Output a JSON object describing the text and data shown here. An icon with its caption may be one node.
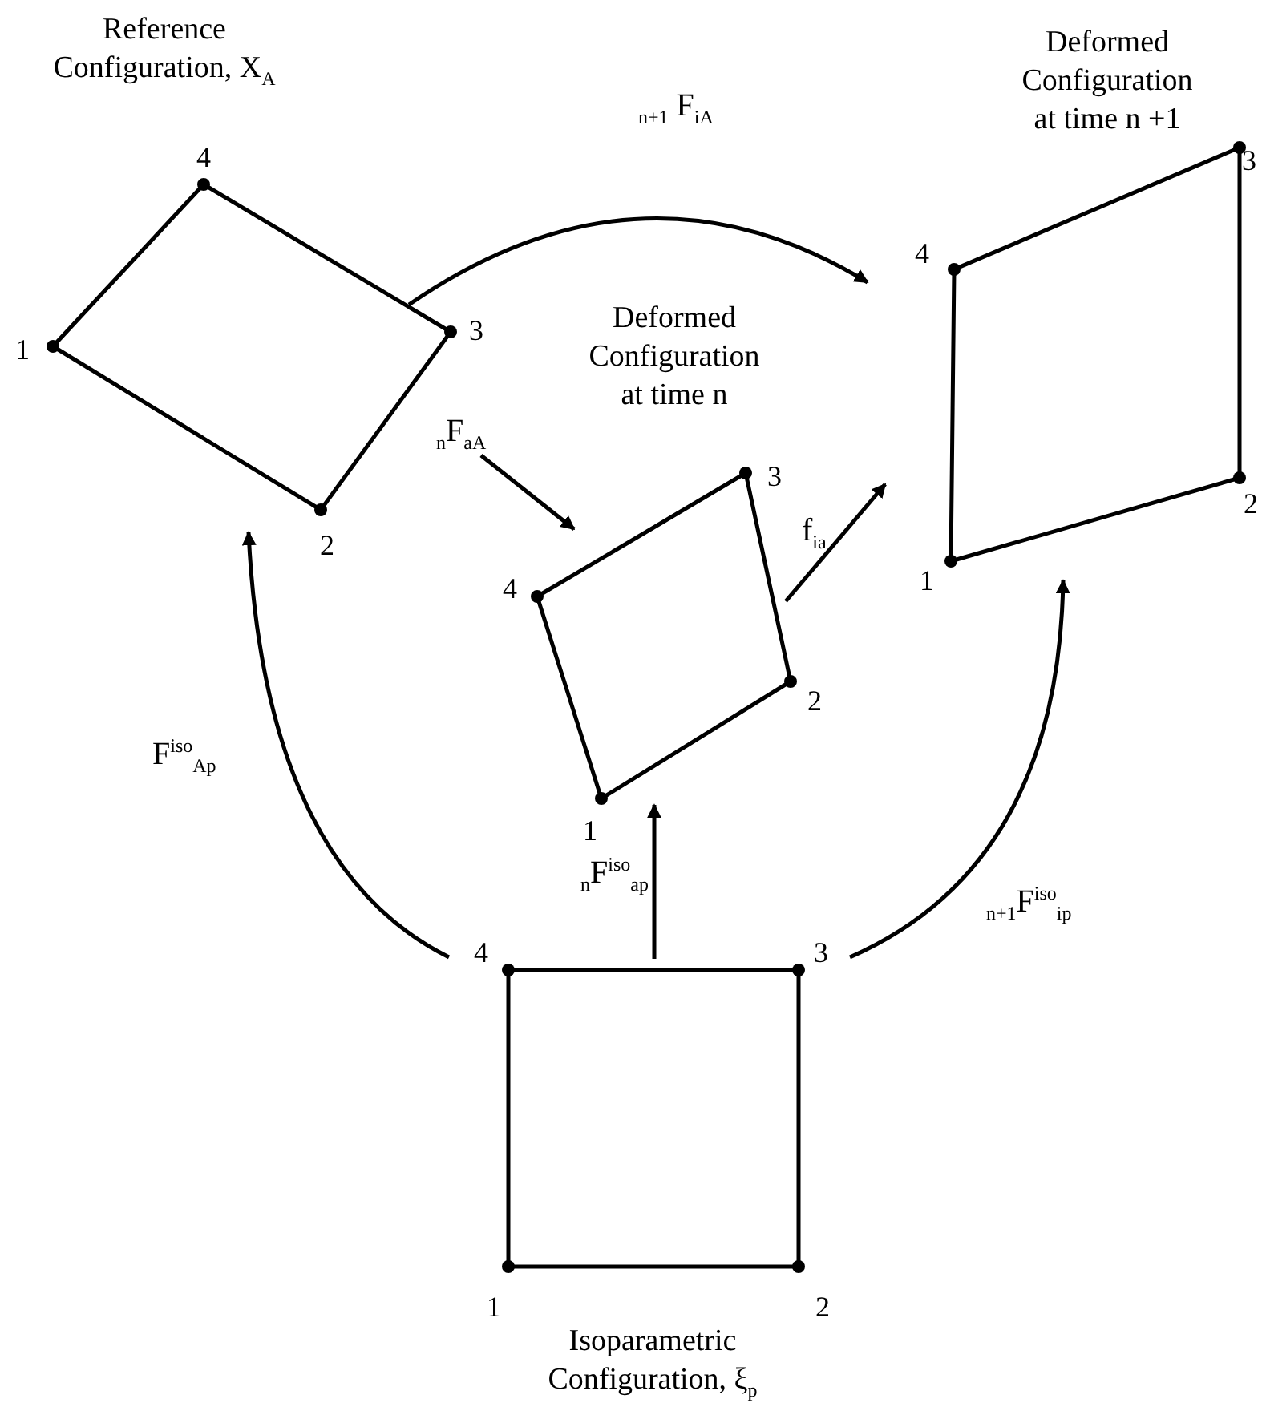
{
  "diagram": {
    "nodes": [
      {
        "text": [
          "Reference Configuration, X$_{A}$"
        ],
        "beside": [
          "1",
          "2",
          "3",
          "4"
        ]
      },
      {
        "text": [
          "Deformed Configuration at time n +1"
        ],
        "beside": [
          "1",
          "2",
          "3",
          "4"
        ]
      },
      {
        "text": [
          "Deformed Configuration at time n"
        ],
        "beside": [
          "1",
          "2",
          "3",
          "4"
        ]
      },
      {
        "text": [
          "Isoparametric Configuration, ξ$_{p}$"
        ],
        "beside": [
          "1",
          "2",
          "3",
          "4"
        ]
      }
    ],
    "edges": [
      {
        "from": 0,
        "to": 1,
        "arrow": "to",
        "label": "$_{n+1}$ F$_{iA}$"
      },
      {
        "from": 0,
        "to": 2,
        "arrow": "to",
        "label": "$_{n}$F$_{aA}$"
      },
      {
        "from": 2,
        "to": 1,
        "arrow": "to",
        "label": "f$_{ia}$"
      },
      {
        "from": 3,
        "to": 0,
        "arrow": "to",
        "label": "F$^{iso}$$_{Ap}$"
      },
      {
        "from": 3,
        "to": 2,
        "arrow": "to",
        "label": "$_{n}$F$^{iso}$$_{ap}$"
      },
      {
        "from": 3,
        "to": 1,
        "arrow": "to",
        "label": "$_{n+1}$F$^{iso}$$_{ip}$"
      }
    ]
  }
}
